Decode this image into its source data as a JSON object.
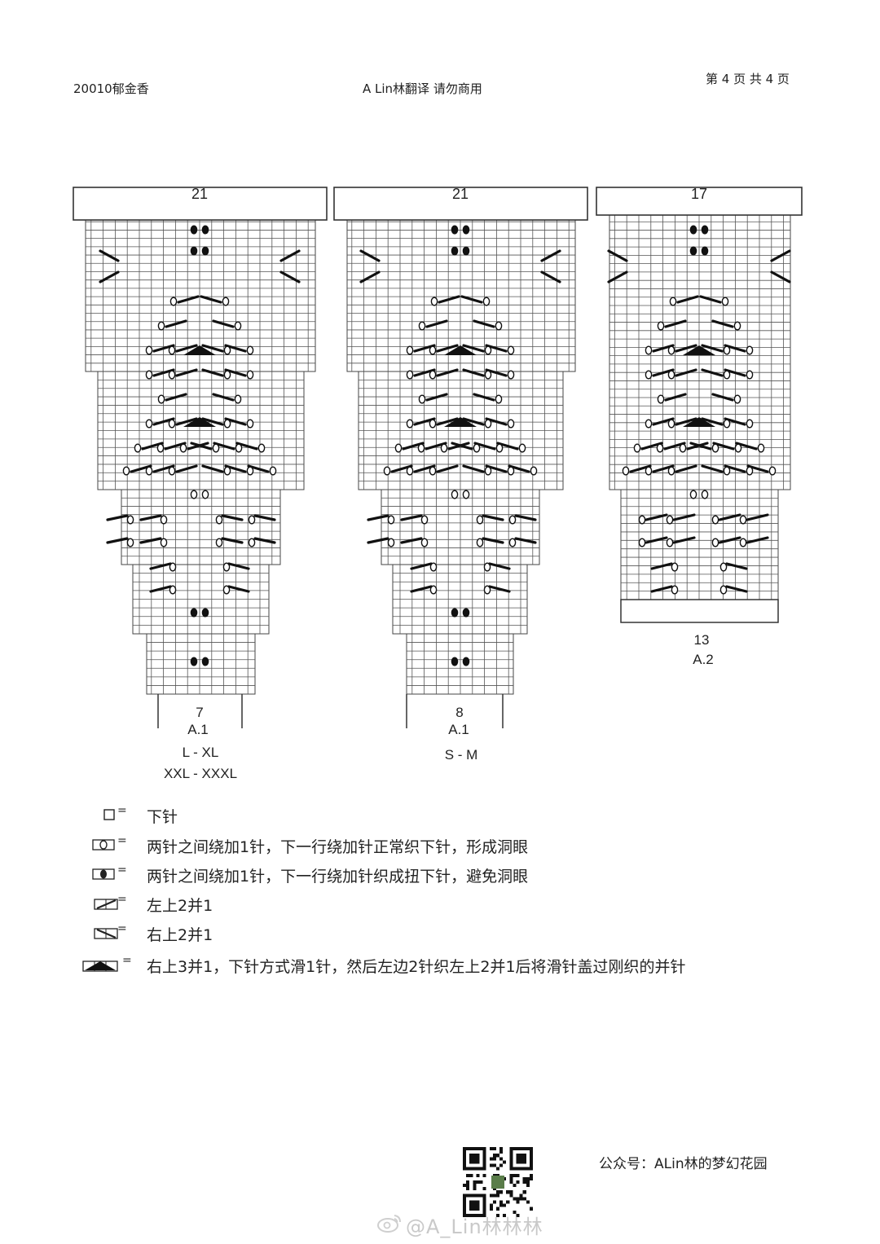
{
  "header": {
    "left": "20010郁金香",
    "center": "A Lin林翻译 请勿商用",
    "right": "第 4 页 共 4 页"
  },
  "charts": [
    {
      "id": "A1-LXL",
      "top_count": "21",
      "bottom_count": "7",
      "label": "A.1",
      "sizes": [
        "L - XL",
        "XXL - XXXL"
      ]
    },
    {
      "id": "A1-SM",
      "top_count": "21",
      "bottom_count": "8",
      "label": "A.1",
      "sizes": [
        "S - M"
      ]
    },
    {
      "id": "A2",
      "top_count": "17",
      "bottom_count": "13",
      "label": "A.2",
      "sizes": []
    }
  ],
  "legend": [
    {
      "icon": "knit-square-icon",
      "eq": "=",
      "text": "下针"
    },
    {
      "icon": "yarn-over-hole-icon",
      "eq": "=",
      "text": "两针之间绕加1针，下一行绕加针正常织下针，形成洞眼"
    },
    {
      "icon": "yarn-over-twisted-icon",
      "eq": "=",
      "text": "两针之间绕加1针，下一行绕加针织成扭下针，避免洞眼"
    },
    {
      "icon": "k2tog-left-icon",
      "eq": "=",
      "text": "左上2并1"
    },
    {
      "icon": "ssk-right-icon",
      "eq": "=",
      "text": "右上2并1"
    },
    {
      "icon": "sk2p-triangle-icon",
      "eq": "=",
      "text": "右上3并1，下针方式滑1针，然后左边2针织左上2并1后将滑针盖过刚织的并针"
    }
  ],
  "footer": {
    "account": "公众号：ALin林的梦幻花园",
    "watermark": "@A_Lin林林林"
  }
}
